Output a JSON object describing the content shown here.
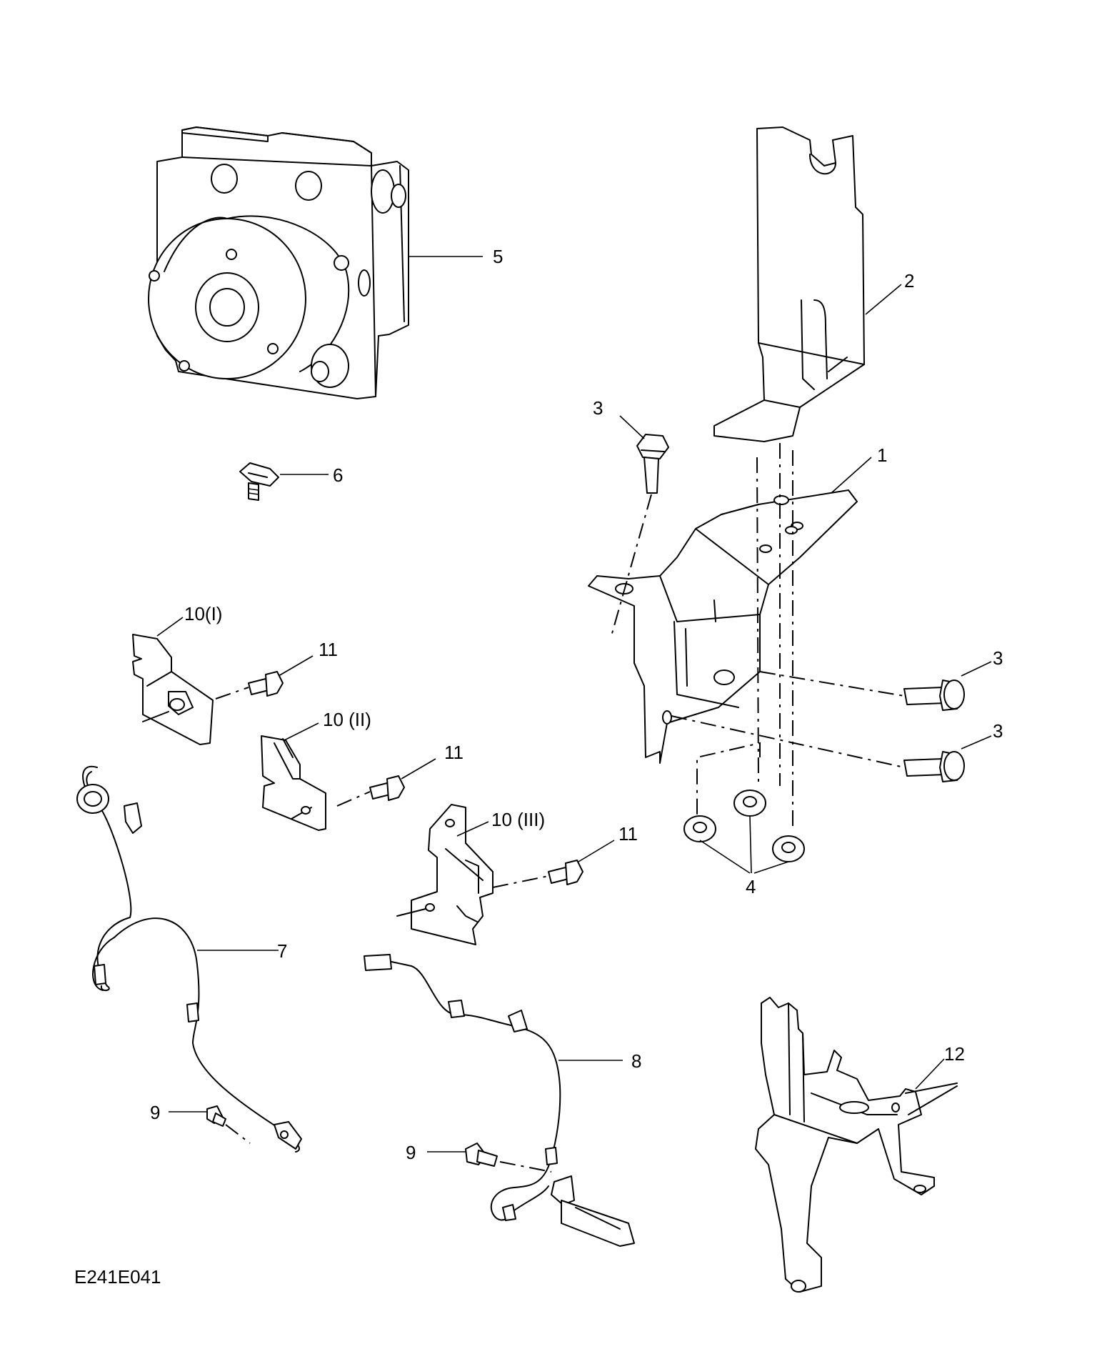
{
  "diagram": {
    "figure_id": "E241E041",
    "callouts": {
      "c1": "1",
      "c2": "2",
      "c3a": "3",
      "c3b": "3",
      "c3c": "3",
      "c4": "4",
      "c5": "5",
      "c6": "6",
      "c7": "7",
      "c8": "8",
      "c9a": "9",
      "c9b": "9",
      "c10a": "10(I)",
      "c10b": "10 (II)",
      "c10c": "10 (III)",
      "c11a": "11",
      "c11b": "11",
      "c11c": "11",
      "c12": "12"
    }
  }
}
